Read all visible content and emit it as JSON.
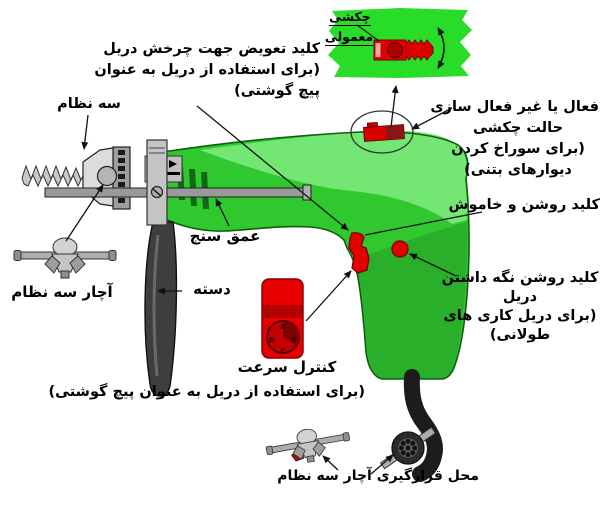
{
  "inset": {
    "hammer": "چکشی",
    "normal": "معمولی"
  },
  "labels": {
    "rotation_switch": {
      "l1": "کلید تعویض جهت چرخش دریل",
      "l2": "(برای استفاده از دریل به عنوان",
      "l3": "پیچ گوشتی)"
    },
    "chuck": "سه نظام",
    "hammer_mode": {
      "l1": "فعال یا غیر فعال سازی",
      "l2": "حالت چکشی",
      "l3": "(برای سوراخ کردن",
      "l4": "دیوارهای بتنی)"
    },
    "on_off": "کلید روشن و خاموش",
    "lock_on": {
      "l1": "کلید روشن نگه داشتن",
      "l2": "دریل",
      "l3": "(برای دریل کاری های",
      "l4": "طولانی)"
    },
    "depth_gauge": "عمق سنج",
    "handle": "دسته",
    "chuck_key": "آچار سه نظام",
    "speed": {
      "l1": "کنترل سرعت",
      "l2": "(برای استفاده از دریل به عنوان پیچ گوشتی)"
    },
    "key_storage": "محل قرارگیری آچار سه نظام"
  },
  "speed_dial": {
    "letters": [
      "A",
      "B",
      "C",
      "D"
    ]
  },
  "colors": {
    "body_green": "#2FC82F",
    "body_highlight": "#74E674",
    "body_shadow": "#2AAF2A",
    "inset_green": "#28DC28",
    "accent_red": "#E30000",
    "dark_red": "#8B0000",
    "metal_gray": "#C8C8C8",
    "handle_gray": "#3E3E3E"
  }
}
